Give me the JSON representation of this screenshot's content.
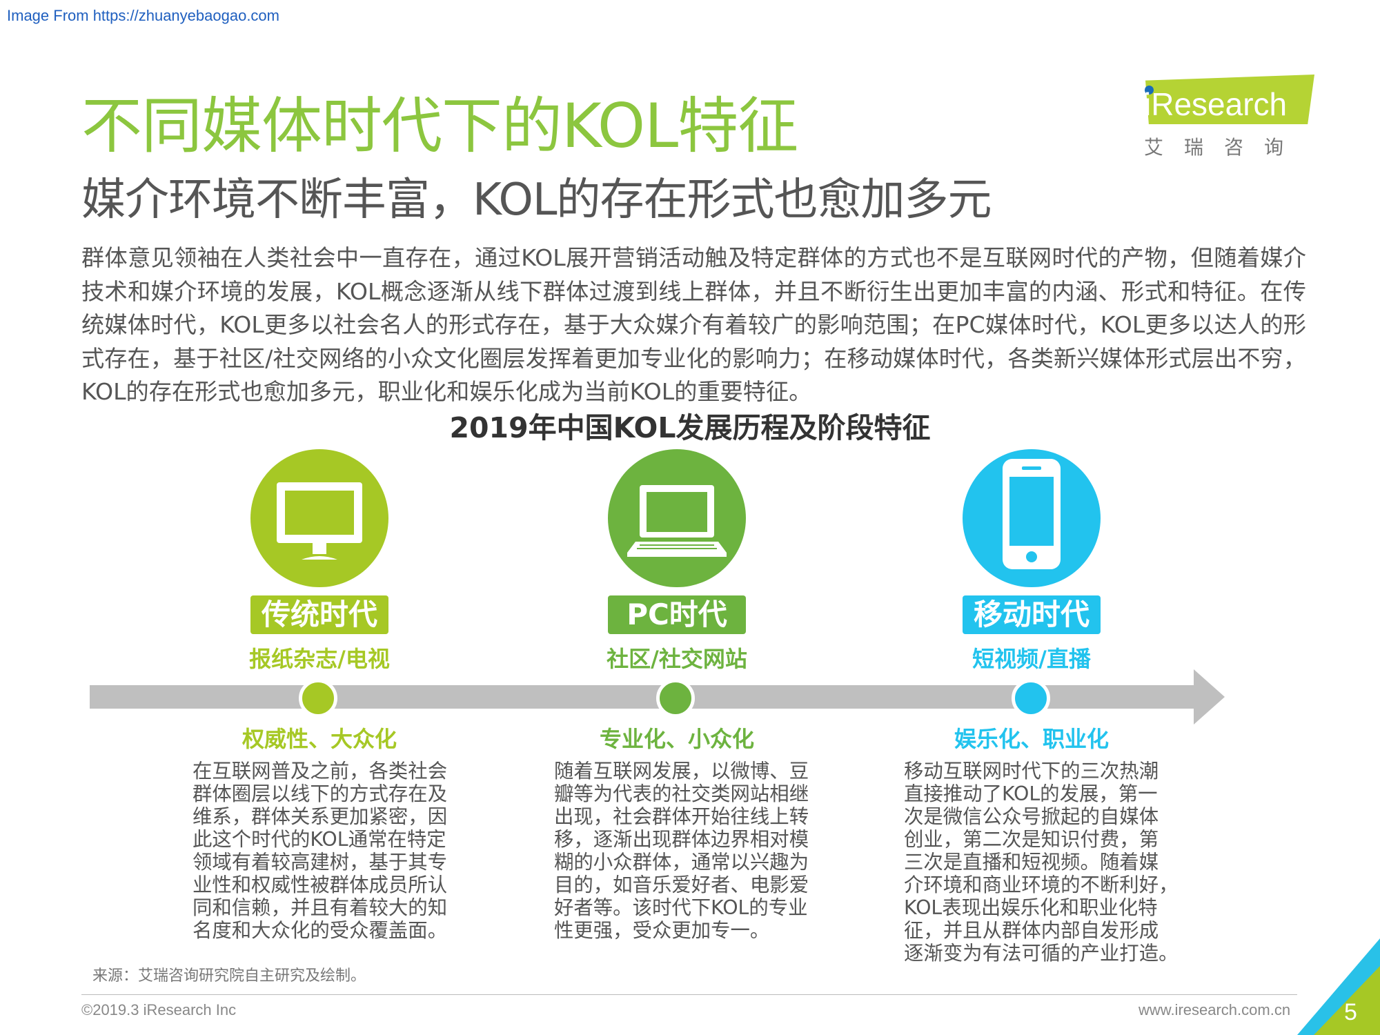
{
  "source_url": "Image From https://zhuanyebaogao.com",
  "title": "不同媒体时代下的KOL特征",
  "subtitle": "媒介环境不断丰富，KOL的存在形式也愈加多元",
  "logo": {
    "text": "iResearch",
    "cn": "艾瑞咨询"
  },
  "intro": "群体意见领袖在人类社会中一直存在，通过KOL展开营销活动触及特定群体的方式也不是互联网时代的产物，但随着媒介技术和媒介环境的发展，KOL概念逐渐从线下群体过渡到线上群体，并且不断衍生出更加丰富的内涵、形式和特征。在传统媒体时代，KOL更多以社会名人的形式存在，基于大众媒介有着较广的影响范围；在PC媒体时代，KOL更多以达人的形式存在，基于社区/社交网络的小众文化圈层发挥着更加专业化的影响力；在移动媒体时代，各类新兴媒体形式层出不穷，KOL的存在形式也愈加多元，职业化和娱乐化成为当前KOL的重要特征。",
  "chart_title": "2019年中国KOL发展历程及阶段特征",
  "eras": [
    {
      "name": "传统时代",
      "icon": "monitor-icon",
      "media": "报纸杂志/电视",
      "feature": "权威性、大众化",
      "color": "#a6c825",
      "desc": [
        "在互联网普及之前，各类社会",
        "群体圈层以线下的方式存在及",
        "维系，群体关系更加紧密，因",
        "此这个时代的KOL通常在特定",
        "领域有着较高建树，基于其专",
        "业性和权威性被群体成员所认",
        "同和信赖，并且有着较大的知",
        "名度和大众化的受众覆盖面。"
      ]
    },
    {
      "name": "PC时代",
      "icon": "laptop-icon",
      "media": "社区/社交网站",
      "feature": "专业化、小众化",
      "color": "#6db33f",
      "desc": [
        "随着互联网发展，以微博、豆",
        "瓣等为代表的社交类网站相继",
        "出现，社会群体开始往线上转",
        "移，逐渐出现群体边界相对模",
        "糊的小众群体，通常以兴趣为",
        "目的，如音乐爱好者、电影爱",
        "好者等。该时代下KOL的专业",
        "性更强，受众更加专一。"
      ]
    },
    {
      "name": "移动时代",
      "icon": "smartphone-icon",
      "media": "短视频/直播",
      "feature": "娱乐化、职业化",
      "color": "#22c3ee",
      "desc": [
        "移动互联网时代下的三次热潮",
        "直接推动了KOL的发展，第一",
        "次是微信公众号掀起的自媒体",
        "创业，第二次是知识付费，第",
        "三次是直播和短视频。随着媒",
        "介环境和商业环境的不断利好，",
        "KOL表现出娱乐化和职业化特",
        "征，并且从群体内部自发形成",
        "逐渐变为有法可循的产业打造。"
      ]
    }
  ],
  "source_note": "来源：艾瑞咨询研究院自主研究及绘制。",
  "footer": {
    "copyright": "©2019.3 iResearch Inc",
    "site": "www.iresearch.com.cn",
    "page": "5"
  }
}
